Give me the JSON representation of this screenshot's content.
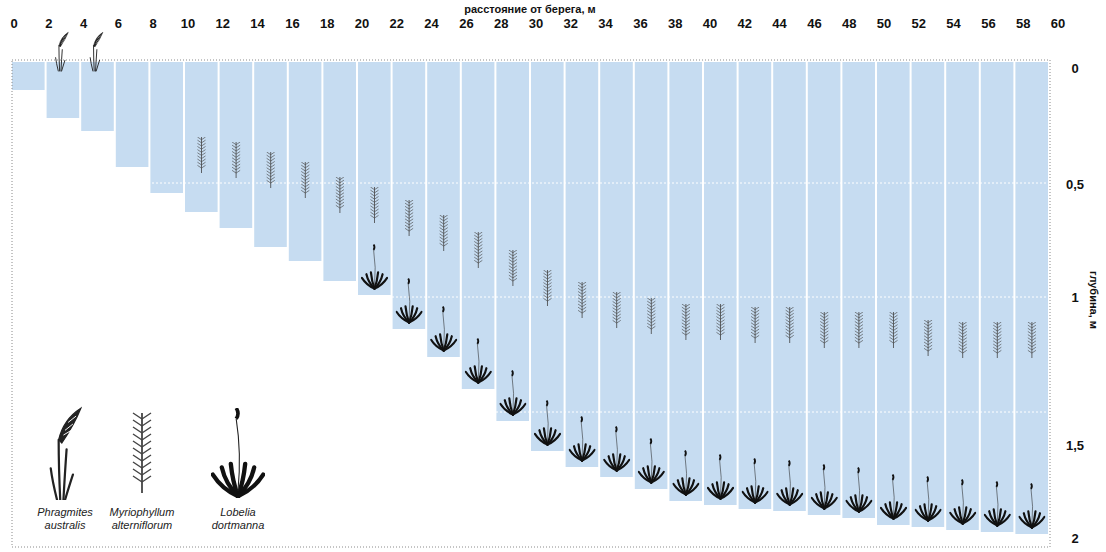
{
  "diagram": {
    "labels": [
      "расстояние от берега, м",
      "0",
      "2",
      "4",
      "6",
      "8",
      "10",
      "12",
      "14",
      "16",
      "18",
      "20",
      "22",
      "24",
      "26",
      "28",
      "30",
      "32",
      "34",
      "36",
      "38",
      "40",
      "42",
      "44",
      "46",
      "48",
      "50",
      "52",
      "54",
      "56",
      "58",
      "60",
      "0",
      "0,5",
      "1",
      "1,5",
      "2",
      "глубина, м"
    ],
    "legend": [
      {
        "text": "Phragmites australis"
      },
      {
        "text": "Myriophyllum alterniflorum"
      },
      {
        "text": "Lobelia dortmanna"
      }
    ]
  }
}
